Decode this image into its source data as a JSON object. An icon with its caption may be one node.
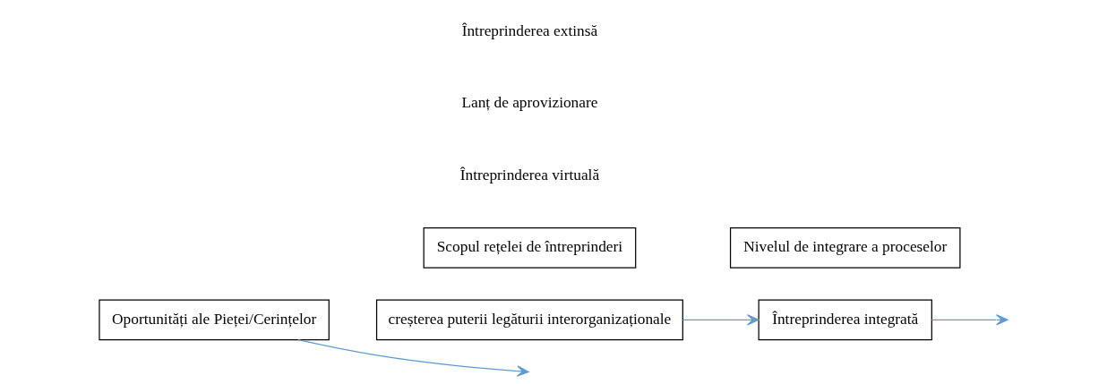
{
  "diagram": {
    "nodes": [
      {
        "text": [
          "Oportunități ale Pieței/Cerințelor"
        ]
      },
      {
        "text": [
          "Scopul rețelei de întreprinderi"
        ]
      },
      {
        "text": [
          "creșterea puterii legăturii interorganizaționale"
        ]
      },
      {
        "text": [
          "Nivelul de integrare a proceselor"
        ]
      },
      {
        "text": [
          "Întreprinderea integrată"
        ]
      }
    ],
    "edges": [
      {
        "from": 0,
        "to": null,
        "arrow": "to"
      },
      {
        "from": 2,
        "to": 4,
        "arrow": "to"
      },
      {
        "from": 4,
        "to": null,
        "arrow": "to"
      }
    ],
    "labels": [
      "Întreprinderea virtuală",
      "Lanț de aprovizionare",
      "Întreprinderea extinsă"
    ]
  }
}
